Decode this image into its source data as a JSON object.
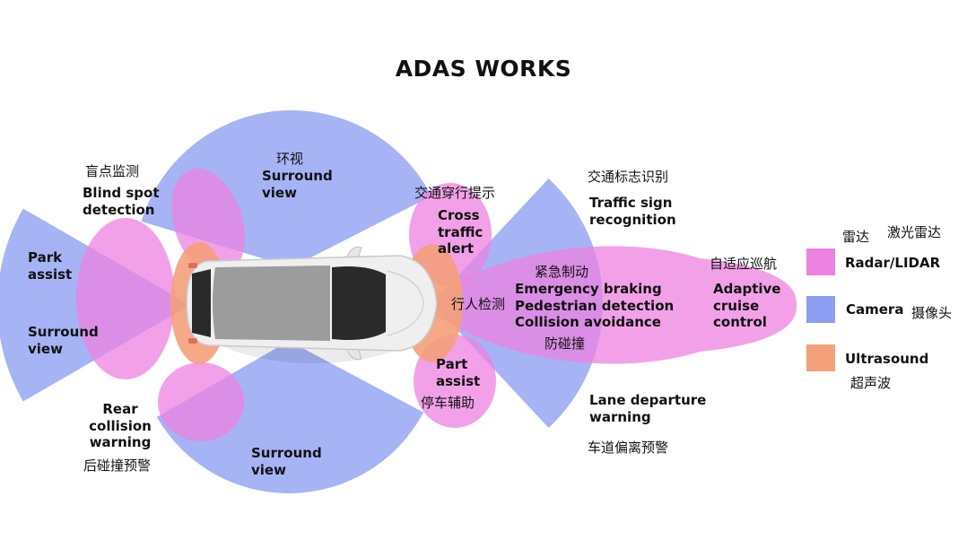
{
  "title": "ADAS WORKS",
  "colors": {
    "radar": "#ee82e0",
    "camera": "#8d9df2",
    "ultrasound": "#f4a07a",
    "car_body": "#eeeeee",
    "car_roof": "#9c9c9c",
    "car_glass": "#2a2a2a"
  },
  "labels": {
    "blind_spot_cn": "盲点监测",
    "blind_spot_en": "Blind spot\ndetection",
    "surround_top_cn": "环视",
    "surround_top_en": "Surround\nview",
    "park_assist_left": "Park\nassist",
    "surround_left": "Surround\nview",
    "rear_collision_en": "Rear\ncollision\nwarning",
    "rear_collision_cn": "后碰撞预警",
    "surround_bottom": "Surround\nview",
    "cross_traffic_cn": "交通穿行提示",
    "cross_traffic_en": "Cross\ntraffic\nalert",
    "traffic_sign_cn": "交通标志识别",
    "traffic_sign_en": "Traffic sign\nrecognition",
    "emergency_cn": "紧急制动",
    "emergency_en": "Emergency braking\nPedestrian detection\nCollision avoidance",
    "pedestrian_cn": "行人检测",
    "collision_cn": "防碰撞",
    "acc_cn": "自适应巡航",
    "acc_en": "Adaptive\ncruise\ncontrol",
    "park_assist_right_en": "Part\nassist",
    "park_assist_right_cn": "停车辅助",
    "lane_departure_en": "Lane departure\nwarning",
    "lane_departure_cn": "车道偏离预警"
  },
  "legend": {
    "radar_cn_1": "雷达",
    "radar_cn_2": "激光雷达",
    "radar_en": "Radar/LIDAR",
    "camera_en": "Camera",
    "camera_cn": "摄像头",
    "ultrasound_en": "Ultrasound",
    "ultrasound_cn": "超声波"
  }
}
